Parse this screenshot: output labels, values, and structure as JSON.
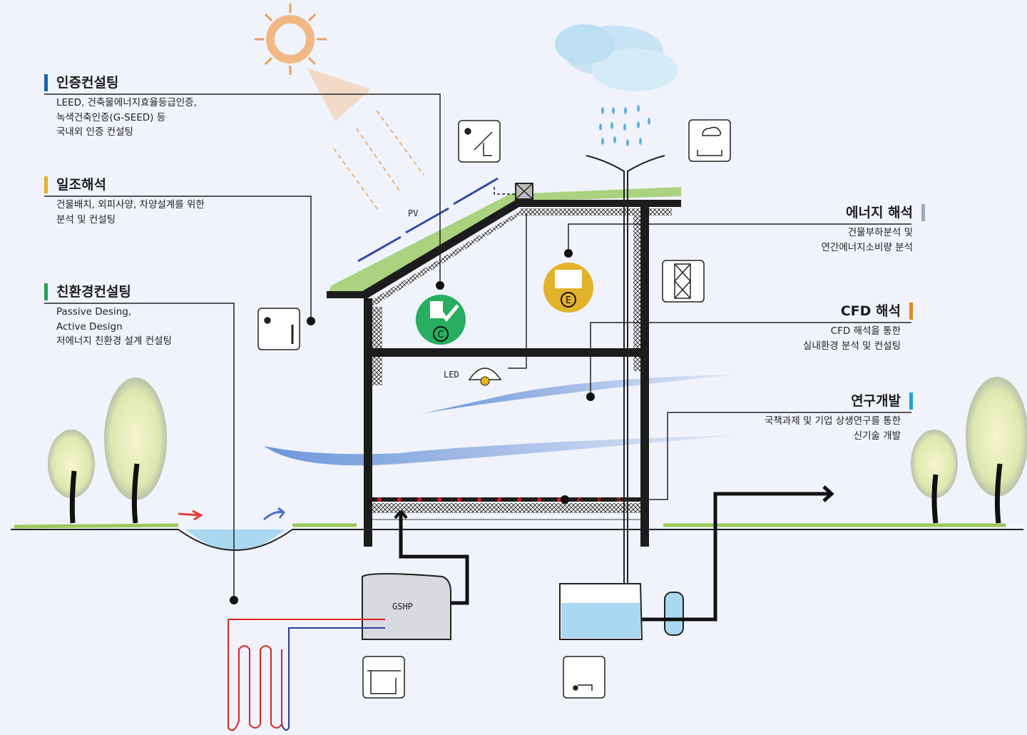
{
  "colors": {
    "background": "#f0f3fc",
    "certification": "#1a63ad",
    "sunlight": "#e3b22b",
    "eco": "#27a055",
    "energy": "#9aabb8",
    "cfd": "#e08a1e",
    "research": "#1ea2d9"
  },
  "left_sections": [
    {
      "title": "인증컨설팅",
      "lines": [
        "LEED, 건축물에너지효율등급인증,",
        "녹색건축인증(G-SEED) 등",
        "국내외 인증 컨설팅"
      ]
    },
    {
      "title": "일조해석",
      "lines": [
        "건물배치, 외피사양, 차양설계를 위한",
        "분석 및 컨설팅"
      ]
    },
    {
      "title": "친환경컨설팅",
      "lines": [
        "Passive Desing,",
        "Active Design",
        "저에너지 친환경 설계 컨설팅"
      ]
    }
  ],
  "right_sections": [
    {
      "title": "에너지 해석",
      "lines": [
        "건물부하분석 및",
        "연간에너지소비량 분석"
      ]
    },
    {
      "title": "CFD 해석",
      "lines": [
        "CFD 해석을 통한",
        "실내환경 분석 및 컨설팅"
      ]
    },
    {
      "title": "연구개발",
      "lines": [
        "국책과제 및 기업 상생연구를 통한",
        "신기술 개발"
      ]
    }
  ],
  "diagram_labels": {
    "pv": "PV",
    "led": "LED",
    "gshp": "GSHP",
    "cert_badge": "C",
    "energy_badge": "E"
  },
  "icons": [
    "sun-icon",
    "cloud-rain-icon",
    "solar-panel-icon",
    "rain-harvest-icon",
    "insulation-icon",
    "shading-icon",
    "gshp-unit-icon",
    "water-tap-icon"
  ]
}
